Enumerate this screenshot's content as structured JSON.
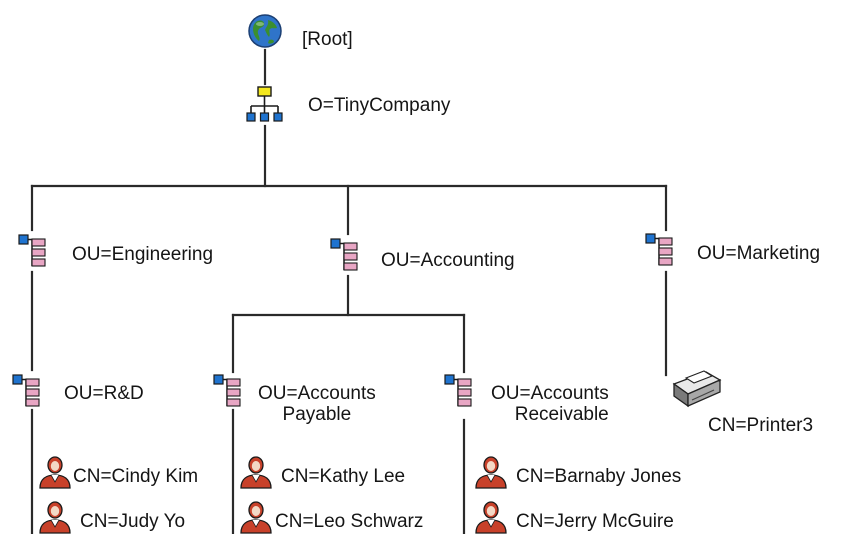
{
  "root": {
    "label": "[Root]",
    "icon": "globe-icon"
  },
  "organization": {
    "label": "O=TinyCompany",
    "icon": "organization-icon"
  },
  "org_units": {
    "engineering": {
      "label": "OU=Engineering",
      "icon": "org-unit-icon"
    },
    "accounting": {
      "label": "OU=Accounting",
      "icon": "org-unit-icon"
    },
    "marketing": {
      "label": "OU=Marketing",
      "icon": "org-unit-icon"
    },
    "rnd": {
      "label": "OU=R&D",
      "icon": "org-unit-icon"
    },
    "accounts_payable": {
      "line1": "OU=Accounts",
      "line2": "Payable",
      "icon": "org-unit-icon"
    },
    "accounts_receivable": {
      "line1": "OU=Accounts",
      "line2": "Receivable",
      "icon": "org-unit-icon"
    }
  },
  "users": {
    "cindy_kim": {
      "label": "CN=Cindy Kim",
      "icon": "user-icon"
    },
    "judy_yo": {
      "label": "CN=Judy Yo",
      "icon": "user-icon"
    },
    "kathy_lee": {
      "label": "CN=Kathy Lee",
      "icon": "user-icon"
    },
    "leo_schwarz": {
      "label": "CN=Leo Schwarz",
      "icon": "user-icon"
    },
    "barnaby_jones": {
      "label": "CN=Barnaby Jones",
      "icon": "user-icon"
    },
    "jerry_mcguire": {
      "label": "CN=Jerry McGuire",
      "icon": "user-icon"
    }
  },
  "devices": {
    "printer3": {
      "label": "CN=Printer3",
      "icon": "printer-icon"
    }
  },
  "colors": {
    "line": "#2a2a2a",
    "globe_ocean": "#2f74c9",
    "globe_land": "#3b8f2f",
    "org_top": "#f4e81e",
    "org_node": "#1f73cf",
    "ou_parent": "#1f73cf",
    "ou_child": "#e8a6c4",
    "user": "#c8412a"
  }
}
